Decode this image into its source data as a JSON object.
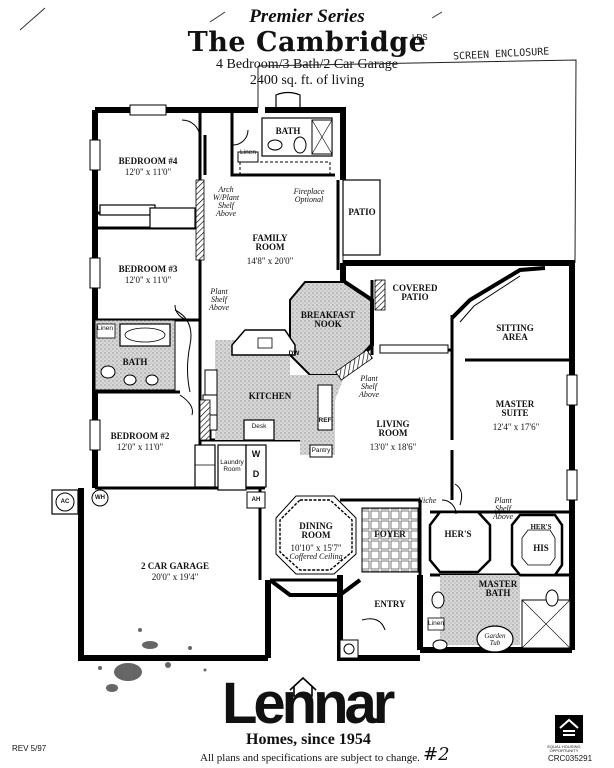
{
  "header": {
    "series": "Premier Series",
    "model": "The Cambridge",
    "mark": "LDS",
    "config": "4 Bedroom/3 Bath/2 Car Garage",
    "area": "2400 sq. ft. of living",
    "handwritten_note": "SCREEN ENCLOSURE"
  },
  "rooms": {
    "bedroom4": {
      "name": "BEDROOM #4",
      "size": "12'0\" x 11'0\""
    },
    "bedroom3": {
      "name": "BEDROOM #3",
      "size": "12'0\" x 11'0\""
    },
    "bedroom2": {
      "name": "BEDROOM #2",
      "size": "12'0\" x 11'0\""
    },
    "family": {
      "name": "FAMILY\nROOM",
      "size": "14'8\" x 20'0\""
    },
    "breakfast": {
      "name": "BREAKFAST\nNOOK"
    },
    "kitchen": {
      "name": "KITCHEN"
    },
    "covered_patio": {
      "name": "COVERED\nPATIO"
    },
    "patio": {
      "name": "PATIO"
    },
    "sitting": {
      "name": "SITTING\nAREA"
    },
    "master_suite": {
      "name": "MASTER\nSUITE",
      "size": "12'4\" x 17'6\""
    },
    "living": {
      "name": "LIVING\nROOM",
      "size": "13'0\" x 18'6\""
    },
    "dining": {
      "name": "DINING\nROOM",
      "size": "10'10\" x 15'7\"",
      "note": "Coffered Ceiling"
    },
    "foyer": {
      "name": "FOYER"
    },
    "entry": {
      "name": "ENTRY"
    },
    "garage": {
      "name": "2 CAR GARAGE",
      "size": "20'0\" x 19'4\""
    },
    "master_bath": {
      "name": "MASTER\nBATH"
    },
    "bath_top": {
      "name": "BATH"
    },
    "bath_mid": {
      "name": "BATH"
    },
    "hers": {
      "name": "HER'S"
    },
    "his": {
      "name": "HIS"
    },
    "hers_small": {
      "name": "HER'S"
    }
  },
  "notes": {
    "arch": "Arch\nW/Plant\nShelf\nAbove",
    "fireplace": "Fireplace\nOptional",
    "plant_shelf_left": "Plant\nShelf\nAbove",
    "plant_shelf_living": "Plant\nShelf\nAbove",
    "plant_shelf_master": "Plant\nShelf\nAbove",
    "niche": "Niche",
    "linen_top": "Linen",
    "linen_mid": "Linen",
    "linen_mb": "Linen",
    "dw": "DW",
    "ref": "REF",
    "pantry": "Pantry",
    "desk": "Desk",
    "laundry": "Laundry\nRoom",
    "w": "W",
    "d": "D",
    "ac": "AC",
    "wh": "WH",
    "ah": "AH",
    "garden_tub": "Garden\nTub"
  },
  "footer": {
    "brand": "Lennar",
    "tagline": "Homes, since 1954",
    "disclaimer": "All plans and specifications are subject to change.",
    "rev": "REV 5/97",
    "code": "CRC035291",
    "eho": "EQUAL HOUSING OPPORTUNITY",
    "handwritten_number": "#2"
  }
}
